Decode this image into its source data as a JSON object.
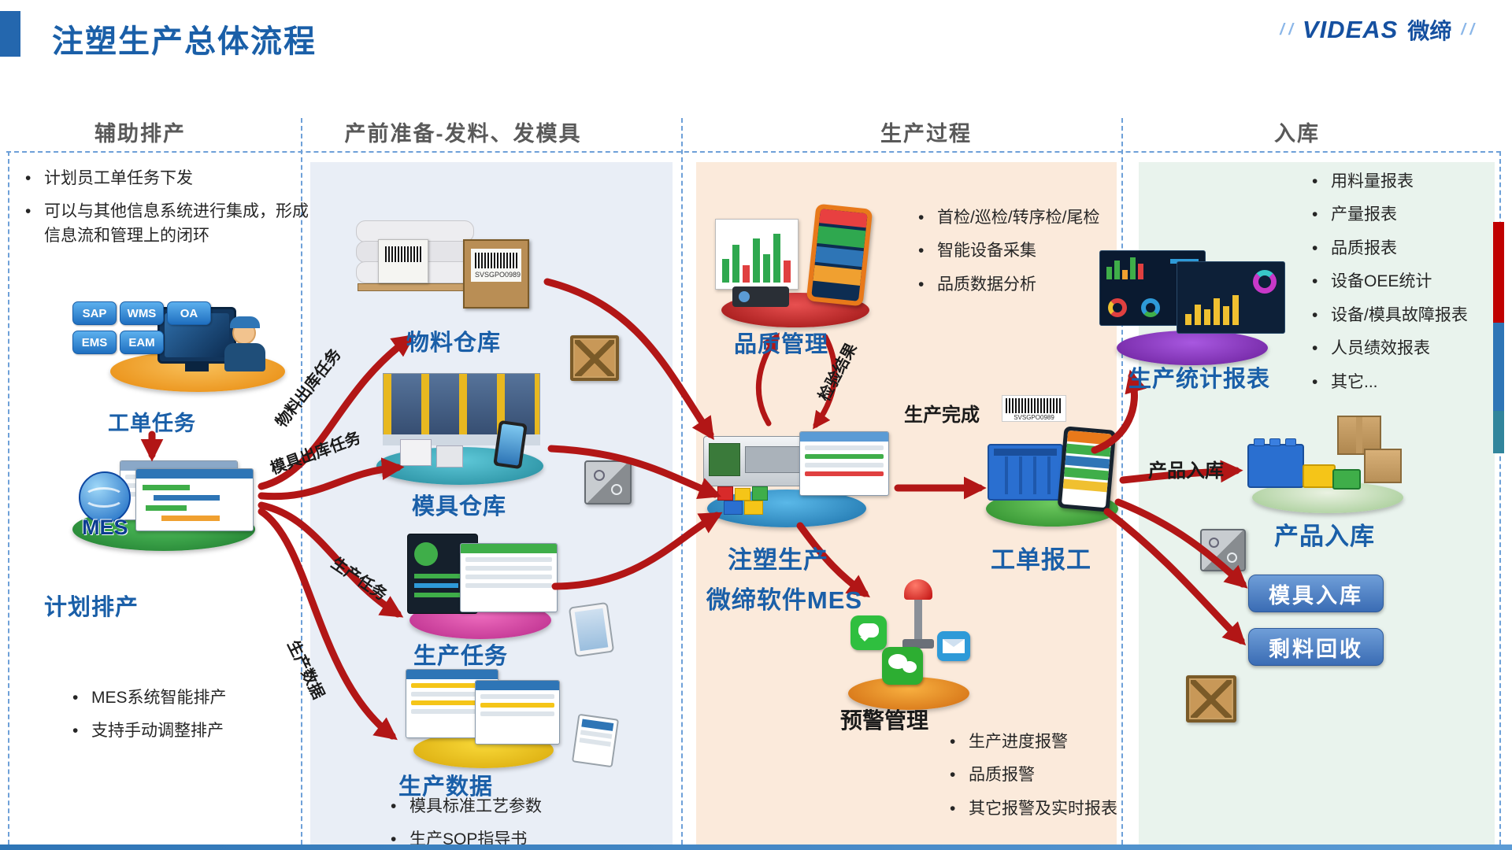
{
  "slide": {
    "title": "注塑生产总体流程",
    "brand": {
      "slashes_left": "/ /",
      "name": "VIDEAS",
      "suffix": "微缔",
      "slashes_right": "/ /"
    }
  },
  "headers": {
    "col1": "辅助排产",
    "col2": "产前准备-发料、发模具",
    "col3": "生产过程",
    "col4": "入库"
  },
  "col1": {
    "bullets_top": [
      "计划员工单任务下发",
      "可以与其他信息系统进行集成，形成信息流和管理上的闭环"
    ],
    "chips": [
      "SAP",
      "WMS",
      "OA",
      "EMS",
      "EAM"
    ],
    "workorder_label": "工单任务",
    "mes_logo": "MES",
    "planning_label": "计划排产",
    "bullets_bottom": [
      "MES系统智能排产",
      "支持手动调整排产"
    ]
  },
  "col2": {
    "material_warehouse": "物料仓库",
    "mold_warehouse": "模具仓库",
    "production_task": "生产任务",
    "production_data": "生产数据",
    "arrow_labels": {
      "material_out": "物料出库任务",
      "mold_out": "模具出库任务",
      "task": "生产任务",
      "data": "生产数据"
    },
    "bullets": [
      "模具标准工艺参数",
      "生产SOP指导书"
    ]
  },
  "col3": {
    "quality": "品质管理",
    "quality_bullets": [
      "首检/巡检/转序检/尾检",
      "智能设备采集",
      "品质数据分析"
    ],
    "inspection_result": "检验结果",
    "mes_line1": "注塑生产",
    "mes_line2": "微缔软件MES",
    "production_done": "生产完成",
    "barcode_text": "SVSGPO0989",
    "work_report": "工单报工",
    "alert": "预警管理",
    "alert_bullets": [
      "生产进度报警",
      "品质报警",
      "其它报警及实时报表"
    ]
  },
  "col4": {
    "bullets": [
      "用料量报表",
      "产量报表",
      "品质报表",
      "设备OEE统计",
      "设备/模具故障报表",
      "人员绩效报表",
      "其它..."
    ],
    "stats": "生产统计报表",
    "product_in_arrow": "产品入库",
    "product_in": "产品入库",
    "mold_in_button": "模具入库",
    "recycle_button": "剩料回收"
  }
}
